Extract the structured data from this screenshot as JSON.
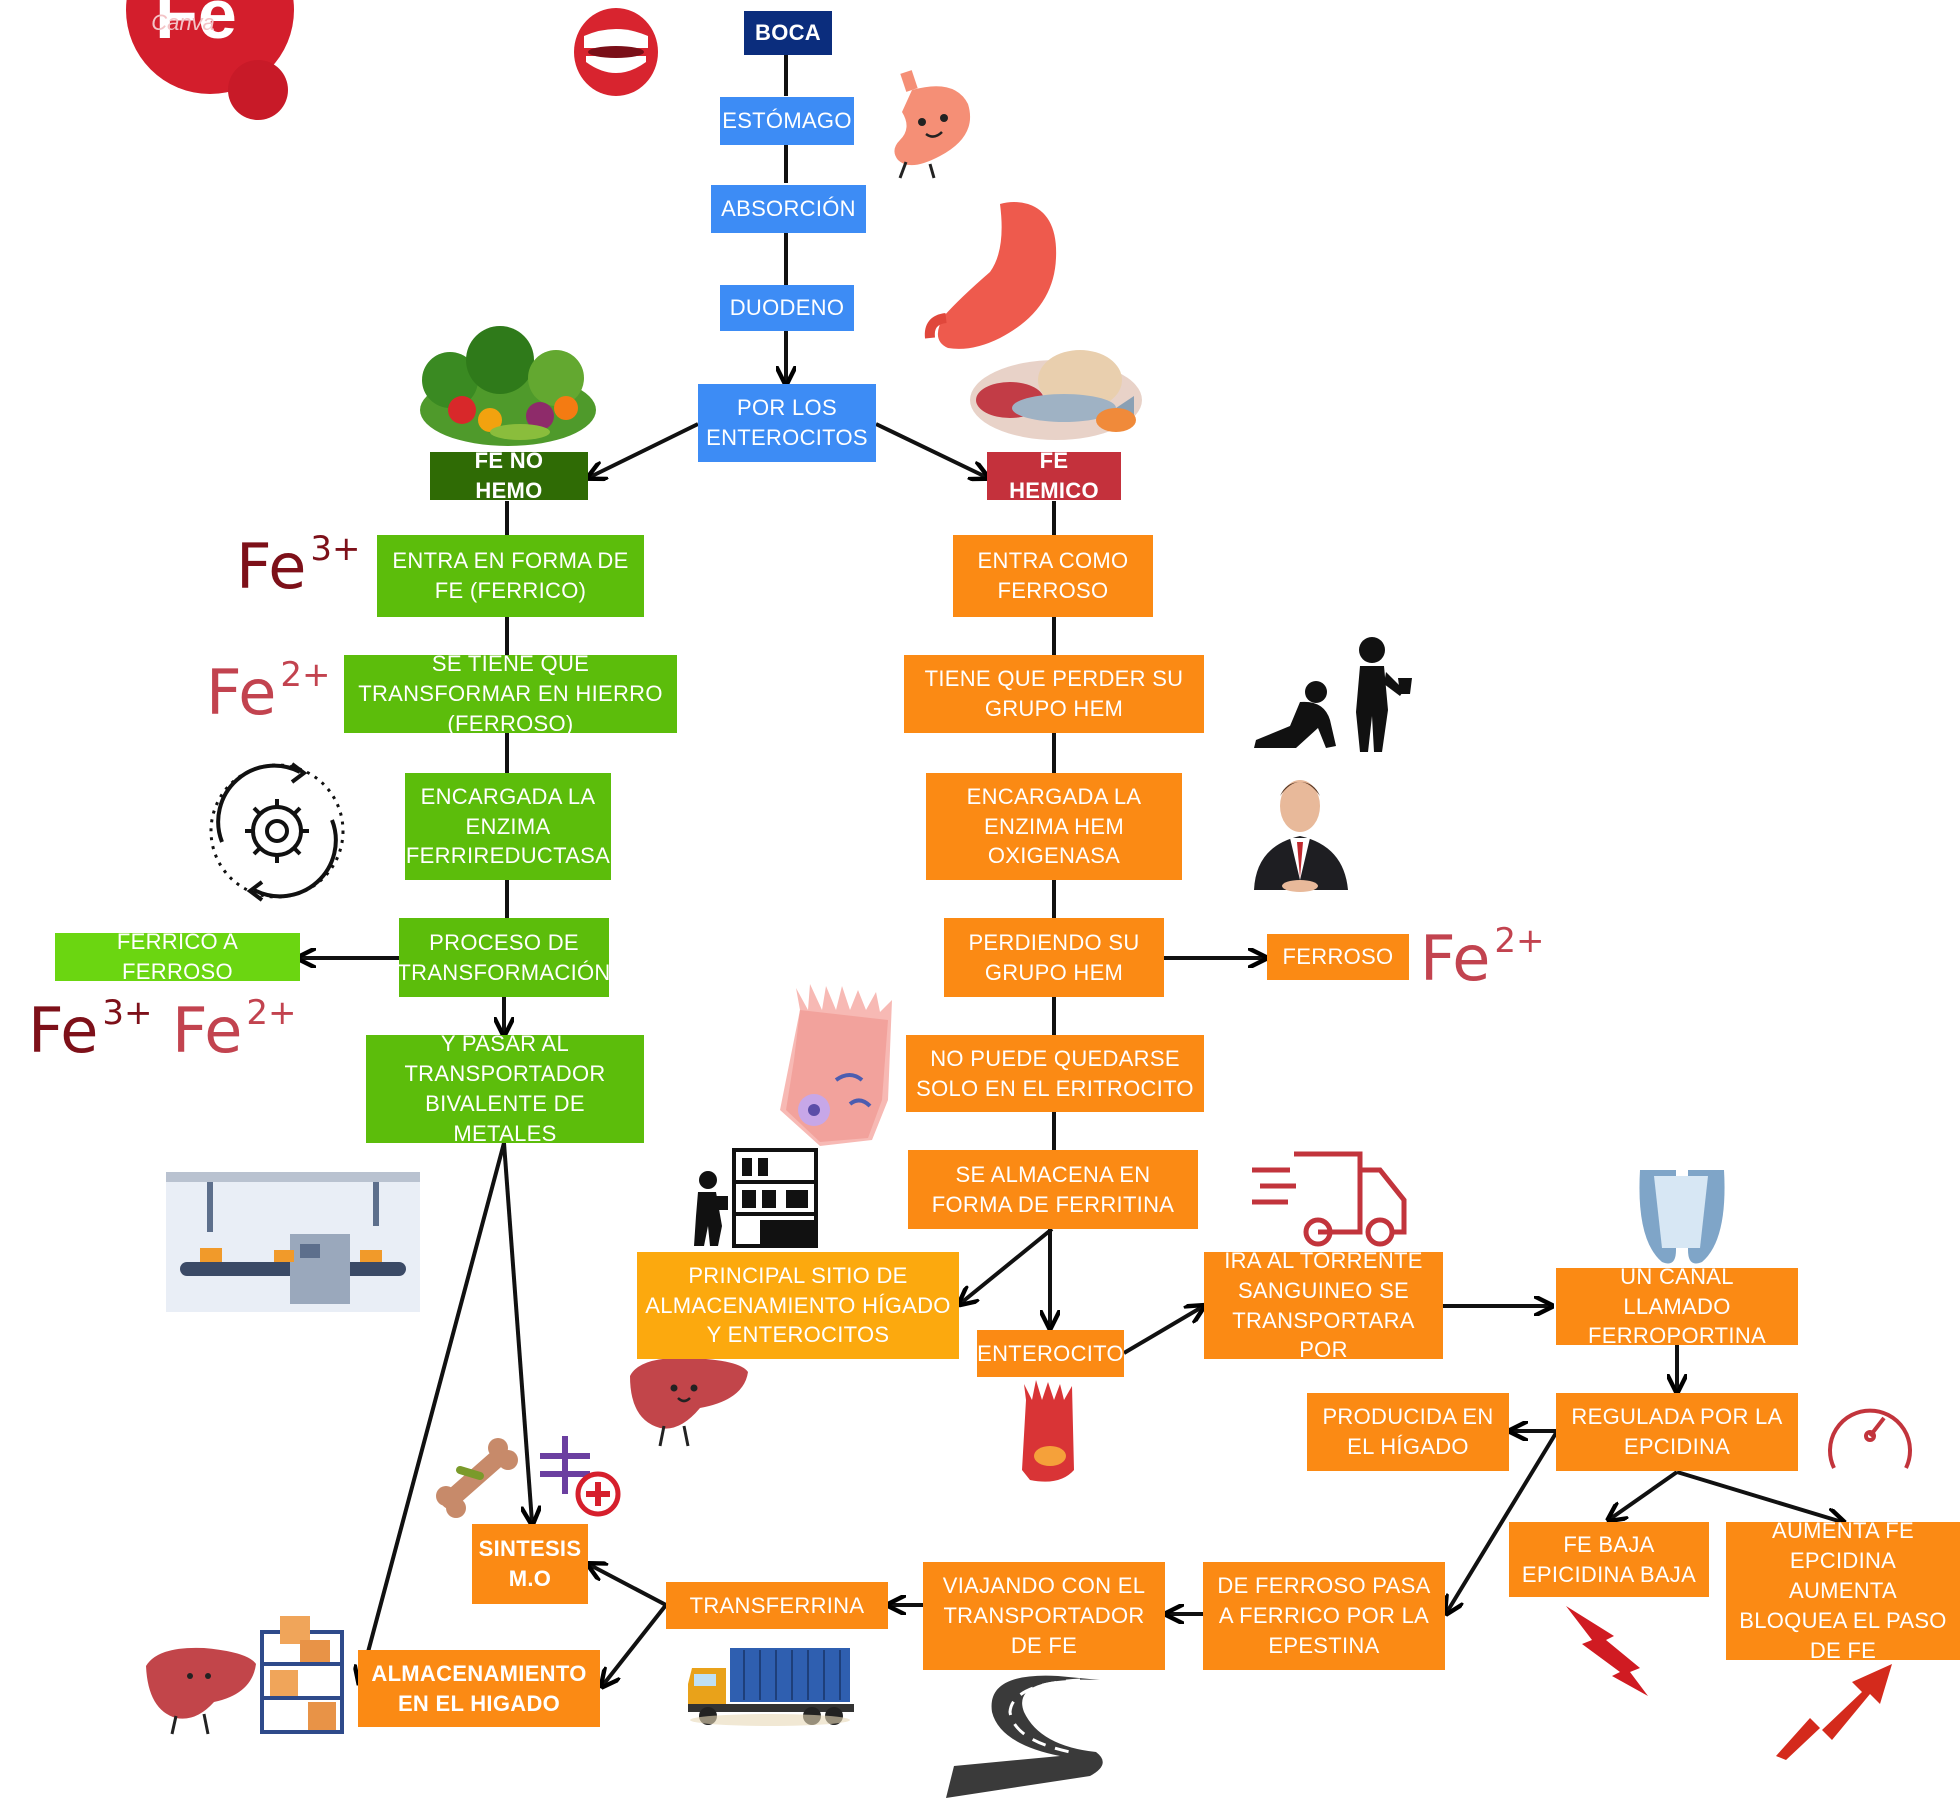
{
  "logo": {
    "text": "Fe",
    "watermark": "Canva"
  },
  "spine": {
    "boca": "BOCA",
    "estomago": "ESTÓMAGO",
    "absorcion": "ABSORCIÓN",
    "duodeno": "DUODENO",
    "enterocitos": "POR LOS ENTEROCITOS"
  },
  "no_hemo": {
    "title": "FE NO HEMO",
    "step1": "ENTRA EN FORMA DE FE (FERRICO)",
    "step2": "SE TIENE QUE TRANSFORMAR EN HIERRO (FERROSO)",
    "step3": "ENCARGADA LA ENZIMA FERRIREDUCTASA",
    "step4": "PROCESO DE TRANSFORMACIÓN",
    "side": "FERRICO A FERROSO",
    "step5": "Y PASAR AL TRANSPORTADOR BIVALENTE DE METALES"
  },
  "hemico": {
    "title": "FE HEMICO",
    "step1": "ENTRA COMO FERROSO",
    "step2": "TIENE QUE PERDER SU GRUPO HEM",
    "step3": "ENCARGADA LA ENZIMA HEM OXIGENASA",
    "step4": "PERDIENDO SU GRUPO HEM",
    "side": "FERROSO",
    "step5": "NO PUEDE QUEDARSE SOLO EN EL ERITROCITO",
    "step6": "SE ALMACENA EN FORMA DE FERRITINA"
  },
  "storage": {
    "main_site": "PRINCIPAL SITIO DE ALMACENAMIENTO HÍGADO Y ENTEROCITOS",
    "enterocito": "ENTEROCITO",
    "torrente": "IRÁ AL TORRENTE SANGUINEO SE TRANSPORTARA POR",
    "ferroportina": "UN CANAL LLAMADO FERROPORTINA",
    "regulada": "REGULADA POR LA EPCIDINA",
    "producida": "PRODUCIDA EN EL HÍGADO",
    "fe_baja": "FE BAJA EPICIDINA BAJA",
    "aumenta": "AUMENTA FE EPCIDINA AUMENTA BLOQUEA EL PASO DE FE",
    "ferroso_ferrico": "DE FERROSO PASA A FERRICO POR LA EPESTINA",
    "viajando": "VIAJANDO CON EL TRANSPORTADOR DE FE",
    "transferrina": "TRANSFERRINA",
    "sintesis": "SINTESIS M.O",
    "higado": "ALMACENAMIENTO EN EL HIGADO"
  },
  "ions": {
    "fe": "Fe",
    "ferric": "3+",
    "ferrous": "2+"
  },
  "colors": {
    "navy": "#0b2d7d",
    "blue": "#3d8cf5",
    "green": "#5cbd0b",
    "dark_green": "#2f6b05",
    "red": "#c4313c",
    "orange": "#fb8a14",
    "amber": "#fca90e",
    "light_green": "#6bd611",
    "ion_text": "#8b1c24"
  },
  "icons": [
    "fe-logo-icon",
    "mouth-icon",
    "stomach-character-icon",
    "stomach-organ-icon",
    "vegetables-icon",
    "meat-fish-icon",
    "gear-cycle-icon",
    "people-trophy-icon",
    "businessman-icon",
    "enterocyte-cell-icon",
    "warehouse-worker-icon",
    "factory-line-icon",
    "liver-character-icon",
    "delivery-truck-icon",
    "channel-icon",
    "intestine-villi-icon",
    "gauge-icon",
    "bone-icon",
    "plus-minus-icon",
    "down-arrow-icon",
    "up-arrow-icon",
    "container-truck-icon",
    "road-icon",
    "liver-shelf-icon"
  ]
}
